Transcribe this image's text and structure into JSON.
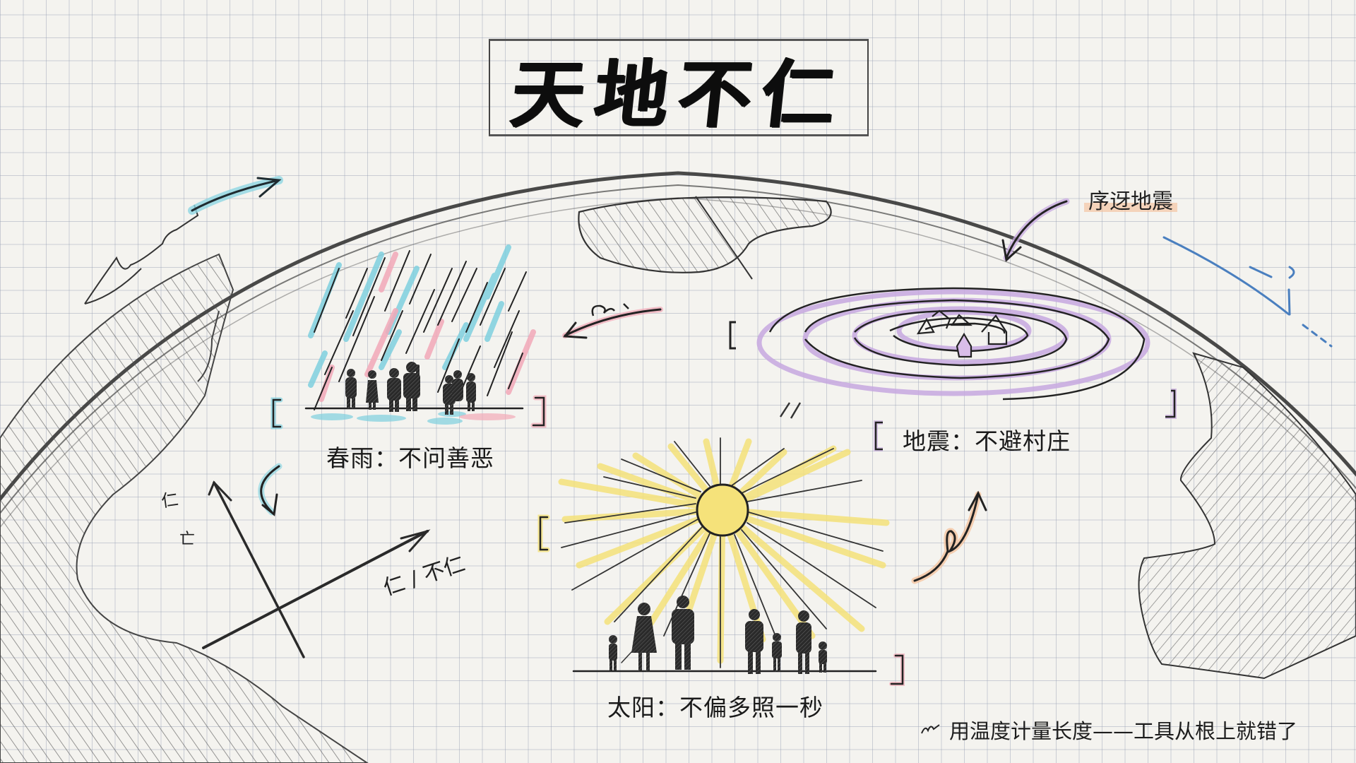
{
  "title": "天地不仁",
  "annotations": {
    "earthquake_note": "序迓地震",
    "axis_label": "仁 / 不仁",
    "side_glyph_1": "仁",
    "side_glyph_2": "亡",
    "scribble": "on"
  },
  "scenes": [
    {
      "id": "spring-rain",
      "caption": "春雨：不问善恶",
      "accent": "#7fd0df",
      "accent2": "#f2a9b8"
    },
    {
      "id": "earthquake",
      "caption": "地震：不避村庄",
      "accent": "#c7a8e0"
    },
    {
      "id": "sun",
      "caption": "太阳：不偏多照一秒",
      "accent": "#f5e27a"
    }
  ],
  "footer": {
    "icon": "pencil-scribble-icon",
    "text": "用温度计量长度——工具从根上就错了"
  },
  "colors": {
    "paper": "#f4f3ef",
    "grid": "#9aa3b5",
    "ink": "#1a1a1a",
    "rain_blue": "#7fd0df",
    "rain_pink": "#f2a9b8",
    "quake_purple": "#c7a8e0",
    "sun_yellow": "#f5e27a",
    "peach": "#f5be96"
  }
}
